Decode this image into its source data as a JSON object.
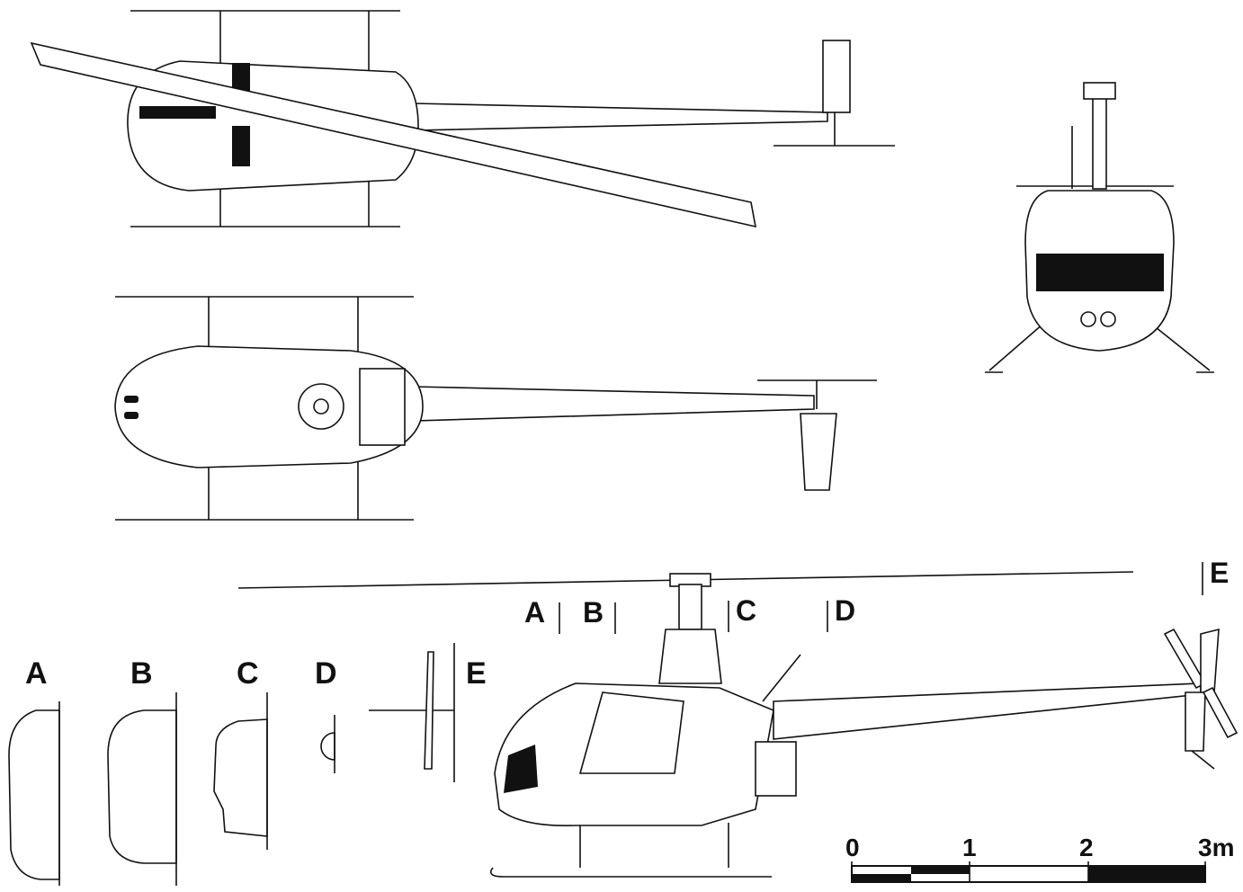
{
  "sections": {
    "a": "A",
    "b": "B",
    "c": "C",
    "d": "D",
    "e": "E"
  },
  "side_markers": {
    "a": "A",
    "b": "B",
    "c": "C",
    "d": "D",
    "e": "E"
  },
  "scale": {
    "ticks": [
      "0",
      "1",
      "2",
      "3m"
    ]
  },
  "colors": {
    "ink": "#111111",
    "paper": "#ffffff"
  }
}
